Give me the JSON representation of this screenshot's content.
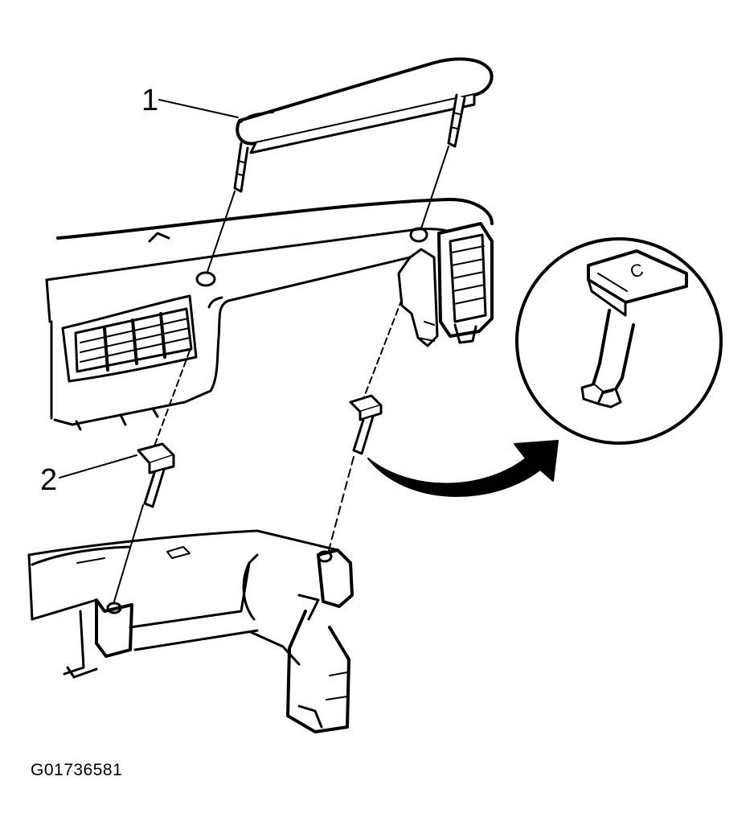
{
  "callouts": [
    {
      "id": "1",
      "text": "1"
    },
    {
      "id": "2",
      "text": "2"
    }
  ],
  "detail_label": "C",
  "figure_id": "G01736581"
}
